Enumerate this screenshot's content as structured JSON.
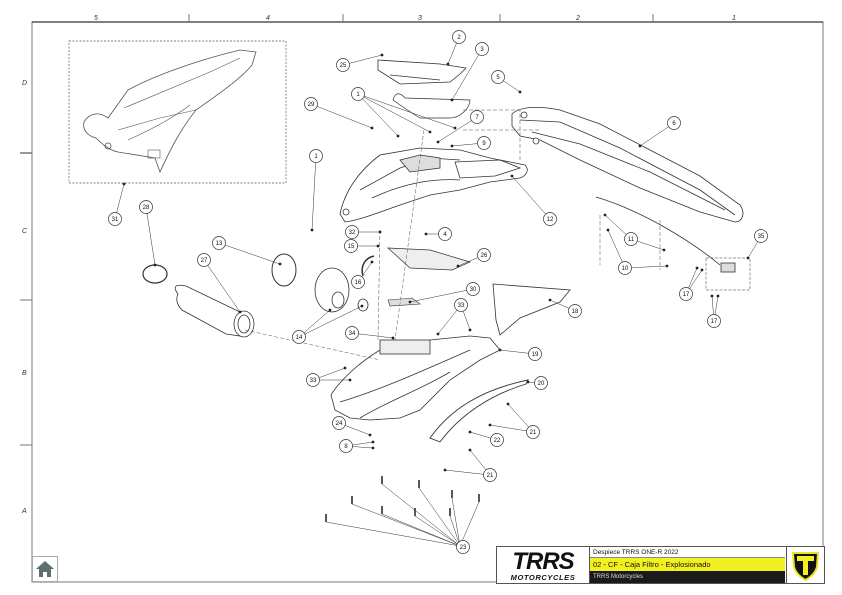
{
  "sheet": {
    "column_zones": [
      "5",
      "4",
      "3",
      "2",
      "1"
    ],
    "row_zones": [
      "D",
      "C",
      "B",
      "A"
    ]
  },
  "callouts": [
    {
      "id": "c2",
      "label": "2"
    },
    {
      "id": "c3",
      "label": "3"
    },
    {
      "id": "c25",
      "label": "25"
    },
    {
      "id": "c5",
      "label": "5"
    },
    {
      "id": "c1a",
      "label": "1"
    },
    {
      "id": "c29",
      "label": "29"
    },
    {
      "id": "c7",
      "label": "7"
    },
    {
      "id": "c9",
      "label": "9"
    },
    {
      "id": "c6",
      "label": "6"
    },
    {
      "id": "c1b",
      "label": "1"
    },
    {
      "id": "c12",
      "label": "12"
    },
    {
      "id": "c31",
      "label": "31"
    },
    {
      "id": "c28",
      "label": "28"
    },
    {
      "id": "c32",
      "label": "32"
    },
    {
      "id": "c4",
      "label": "4"
    },
    {
      "id": "c15",
      "label": "15"
    },
    {
      "id": "c26",
      "label": "26"
    },
    {
      "id": "c13",
      "label": "13"
    },
    {
      "id": "c27",
      "label": "27"
    },
    {
      "id": "c16",
      "label": "16"
    },
    {
      "id": "c11",
      "label": "11"
    },
    {
      "id": "c10",
      "label": "10"
    },
    {
      "id": "c35",
      "label": "35"
    },
    {
      "id": "c17a",
      "label": "17"
    },
    {
      "id": "c17b",
      "label": "17"
    },
    {
      "id": "c30",
      "label": "30"
    },
    {
      "id": "c33a",
      "label": "33"
    },
    {
      "id": "c18",
      "label": "18"
    },
    {
      "id": "c14",
      "label": "14"
    },
    {
      "id": "c34",
      "label": "34"
    },
    {
      "id": "c19",
      "label": "19"
    },
    {
      "id": "c33b",
      "label": "33"
    },
    {
      "id": "c20",
      "label": "20"
    },
    {
      "id": "c24",
      "label": "24"
    },
    {
      "id": "c21a",
      "label": "21"
    },
    {
      "id": "c22",
      "label": "22"
    },
    {
      "id": "c8",
      "label": "8"
    },
    {
      "id": "c21b",
      "label": "21"
    },
    {
      "id": "c23",
      "label": "23"
    }
  ],
  "title_block": {
    "logo_text": "TRRS",
    "logo_subtext": "MOTORCYCLES",
    "document": "Despiece TRRS ONE-R 2022",
    "section": "02 - CF - Caja Filtro - Explosionado",
    "company": "TRRS Motorcycles",
    "accent_color": "#f2f021",
    "dark_color": "#1a1a1a"
  },
  "nav": {
    "home_icon": "home-icon"
  }
}
